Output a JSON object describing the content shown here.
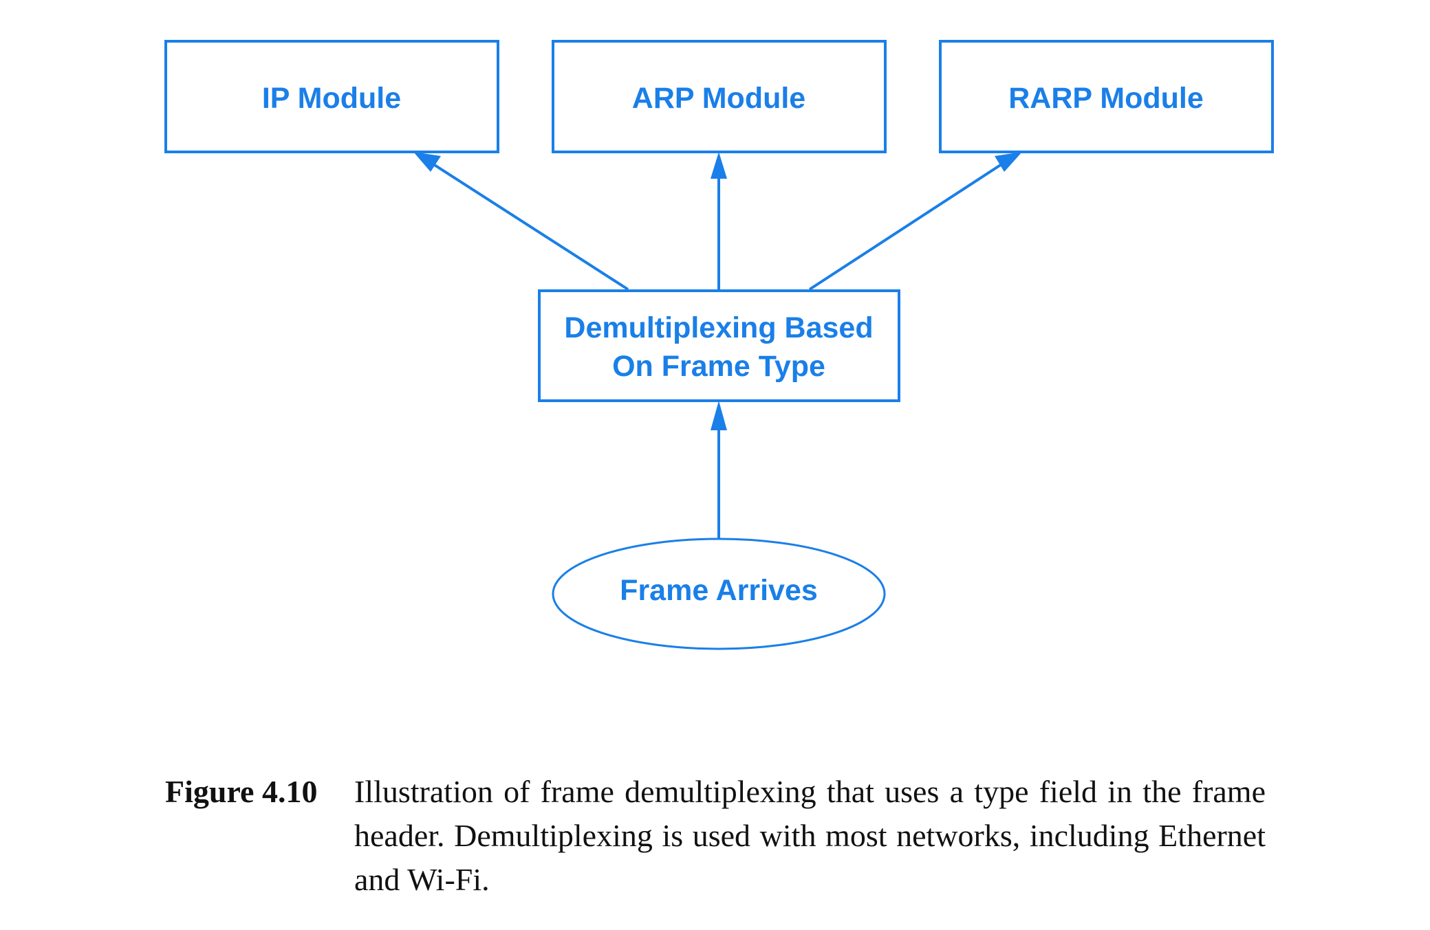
{
  "diagram": {
    "accent_color": "#1a7fe8",
    "nodes": {
      "ip_module": "IP Module",
      "arp_module": "ARP Module",
      "rarp_module": "RARP Module",
      "demux_line1": "Demultiplexing Based",
      "demux_line2": "On Frame Type",
      "frame_arrives": "Frame Arrives"
    }
  },
  "caption": {
    "label": "Figure 4.10",
    "text": "Illustration of frame demultiplexing that uses a type field in the frame header.  Demultiplexing is used with most networks, including Ethernet and Wi-Fi."
  }
}
